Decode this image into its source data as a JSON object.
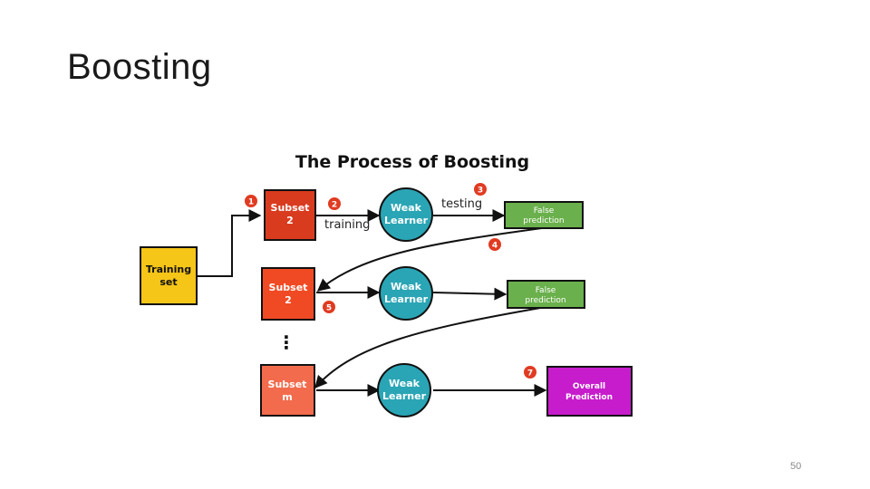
{
  "slide": {
    "title": "Boosting",
    "page_number": "50"
  },
  "diagram": {
    "title": "The Process of Boosting",
    "training_set": [
      "Training",
      "set"
    ],
    "subset_1": [
      "Subset",
      "2"
    ],
    "subset_2": [
      "Subset",
      "2"
    ],
    "subset_m": [
      "Subset",
      "m"
    ],
    "learner_1": [
      "Weak",
      "Learner"
    ],
    "learner_2": [
      "Weak",
      "Learner"
    ],
    "learner_3": [
      "Weak",
      "Learner"
    ],
    "false_pred_1": [
      "False",
      "prediction"
    ],
    "false_pred_2": [
      "False",
      "prediction"
    ],
    "overall": [
      "Overall",
      "Prediction"
    ],
    "label_training": "training",
    "label_testing": "testing",
    "ellipsis": "⋮",
    "steps": [
      "1",
      "2",
      "3",
      "4",
      "5",
      "7"
    ],
    "colors": {
      "training_set": "#f5c518",
      "subset_1": "#d93b1f",
      "subset_2": "#f04a24",
      "subset_m": "#f26b4c",
      "learner": "#2aa5b5",
      "false_pred": "#6ab04c",
      "overall": "#c71ccc",
      "badge": "#e03b22"
    }
  }
}
